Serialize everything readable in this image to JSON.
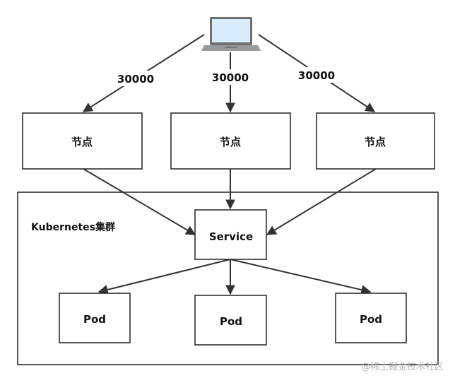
{
  "edge_labels": [
    "30000",
    "30000",
    "30000"
  ],
  "nodes": [
    "节点",
    "节点",
    "节点"
  ],
  "cluster_label": "Kubernetes集群",
  "service_label": "Service",
  "pods": [
    "Pod",
    "Pod",
    "Pod"
  ],
  "watermark": "@稀土掘金技术社区",
  "icons": {
    "client": "laptop-icon"
  }
}
